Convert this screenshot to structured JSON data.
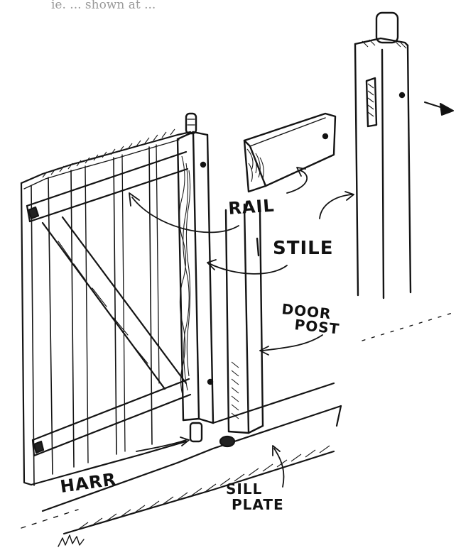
{
  "header": {
    "partial_text": "ie. ... shown at ..."
  },
  "labels": {
    "rail": "RAIL",
    "stile": "STILE",
    "door_post_line1": "DOOR",
    "door_post_line2": "POST",
    "harr": "HARR",
    "sill_line1": "SILL",
    "sill_line2": "PLATE"
  },
  "colors": {
    "ink": "#141414",
    "paper": "#ffffff"
  }
}
